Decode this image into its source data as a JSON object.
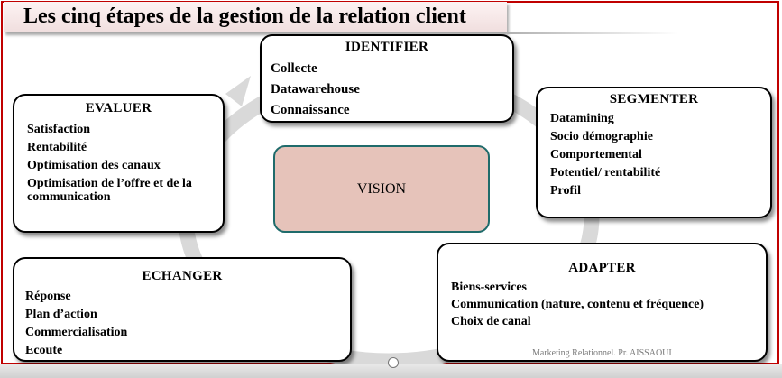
{
  "title": "Les cinq étapes de la gestion de la relation client",
  "center": {
    "label": "VISION"
  },
  "stages": {
    "identifier": {
      "heading": "IDENTIFIER",
      "items": [
        "Collecte",
        "Datawarehouse",
        "Connaissance"
      ]
    },
    "segmenter": {
      "heading": "SEGMENTER",
      "items": [
        "Datamining",
        "Socio démographie",
        "Comportemental",
        "Potentiel/ rentabilité",
        "Profil"
      ]
    },
    "adapter": {
      "heading": "ADAPTER",
      "items": [
        "Biens-services",
        "Communication (nature, contenu et fréquence)",
        "Choix de canal"
      ]
    },
    "echanger": {
      "heading": "ECHANGER",
      "items": [
        "Réponse",
        "Plan d’action",
        "Commercialisation",
        "Ecoute"
      ]
    },
    "evaluer": {
      "heading": "EVALUER",
      "items": [
        "Satisfaction",
        "Rentabilité",
        "Optimisation des canaux",
        "Optimisation de l’offre et de la communication"
      ]
    }
  },
  "credit": "Marketing Relationnel.  Pr. AISSAOUI",
  "colors": {
    "frame": "#c00000",
    "vision_fill": "#e6c3ba",
    "vision_border": "#1f6b6b",
    "cycle_ring": "#d9d9d9"
  }
}
